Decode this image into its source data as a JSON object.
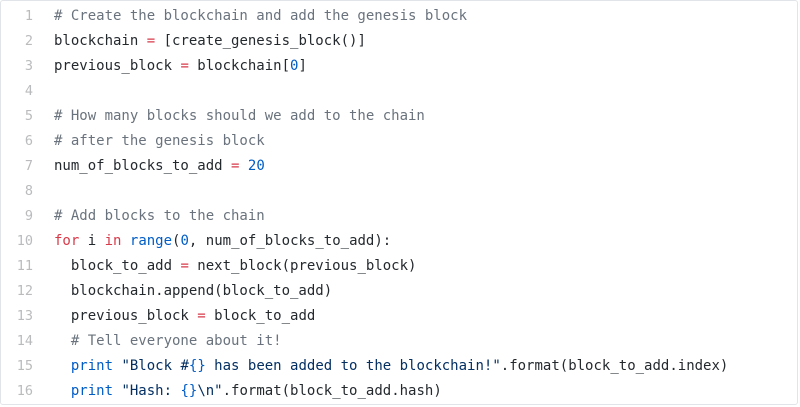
{
  "colors": {
    "plain": "#24292e",
    "comment": "#6a737d",
    "keyword": "#d73a49",
    "number": "#005cc5",
    "string": "#032f62",
    "line_number": "#babbbd"
  },
  "lines": [
    {
      "number": "1",
      "tokens": [
        {
          "t": "comment",
          "v": "# Create the blockchain and add the genesis block"
        }
      ]
    },
    {
      "number": "2",
      "tokens": [
        {
          "t": "plain",
          "v": "blockchain "
        },
        {
          "t": "op",
          "v": "="
        },
        {
          "t": "plain",
          "v": " [create_genesis_block()]"
        }
      ]
    },
    {
      "number": "3",
      "tokens": [
        {
          "t": "plain",
          "v": "previous_block "
        },
        {
          "t": "op",
          "v": "="
        },
        {
          "t": "plain",
          "v": " blockchain["
        },
        {
          "t": "number",
          "v": "0"
        },
        {
          "t": "plain",
          "v": "]"
        }
      ]
    },
    {
      "number": "4",
      "tokens": []
    },
    {
      "number": "5",
      "tokens": [
        {
          "t": "comment",
          "v": "# How many blocks should we add to the chain"
        }
      ]
    },
    {
      "number": "6",
      "tokens": [
        {
          "t": "comment",
          "v": "# after the genesis block"
        }
      ]
    },
    {
      "number": "7",
      "tokens": [
        {
          "t": "plain",
          "v": "num_of_blocks_to_add "
        },
        {
          "t": "op",
          "v": "="
        },
        {
          "t": "plain",
          "v": " "
        },
        {
          "t": "number",
          "v": "20"
        }
      ]
    },
    {
      "number": "8",
      "tokens": []
    },
    {
      "number": "9",
      "tokens": [
        {
          "t": "comment",
          "v": "# Add blocks to the chain"
        }
      ]
    },
    {
      "number": "10",
      "tokens": [
        {
          "t": "keyword",
          "v": "for"
        },
        {
          "t": "plain",
          "v": " i "
        },
        {
          "t": "keyword",
          "v": "in"
        },
        {
          "t": "plain",
          "v": " "
        },
        {
          "t": "builtin",
          "v": "range"
        },
        {
          "t": "plain",
          "v": "("
        },
        {
          "t": "number",
          "v": "0"
        },
        {
          "t": "plain",
          "v": ", num_of_blocks_to_add):"
        }
      ]
    },
    {
      "number": "11",
      "tokens": [
        {
          "t": "plain",
          "v": "  block_to_add "
        },
        {
          "t": "op",
          "v": "="
        },
        {
          "t": "plain",
          "v": " next_block(previous_block)"
        }
      ]
    },
    {
      "number": "12",
      "tokens": [
        {
          "t": "plain",
          "v": "  blockchain.append(block_to_add)"
        }
      ]
    },
    {
      "number": "13",
      "tokens": [
        {
          "t": "plain",
          "v": "  previous_block "
        },
        {
          "t": "op",
          "v": "="
        },
        {
          "t": "plain",
          "v": " block_to_add"
        }
      ]
    },
    {
      "number": "14",
      "tokens": [
        {
          "t": "plain",
          "v": "  "
        },
        {
          "t": "comment",
          "v": "# Tell everyone about it!"
        }
      ]
    },
    {
      "number": "15",
      "tokens": [
        {
          "t": "plain",
          "v": "  "
        },
        {
          "t": "builtin",
          "v": "print"
        },
        {
          "t": "plain",
          "v": " "
        },
        {
          "t": "string",
          "v": "\"Block #"
        },
        {
          "t": "builtin",
          "v": "{}"
        },
        {
          "t": "string",
          "v": " has been added to the blockchain!\""
        },
        {
          "t": "plain",
          "v": ".format(block_to_add.index)"
        }
      ]
    },
    {
      "number": "16",
      "tokens": [
        {
          "t": "plain",
          "v": "  "
        },
        {
          "t": "builtin",
          "v": "print"
        },
        {
          "t": "plain",
          "v": " "
        },
        {
          "t": "string",
          "v": "\"Hash: "
        },
        {
          "t": "builtin",
          "v": "{}"
        },
        {
          "t": "string",
          "v": "\\n\""
        },
        {
          "t": "plain",
          "v": ".format(block_to_add.hash)"
        }
      ]
    }
  ]
}
